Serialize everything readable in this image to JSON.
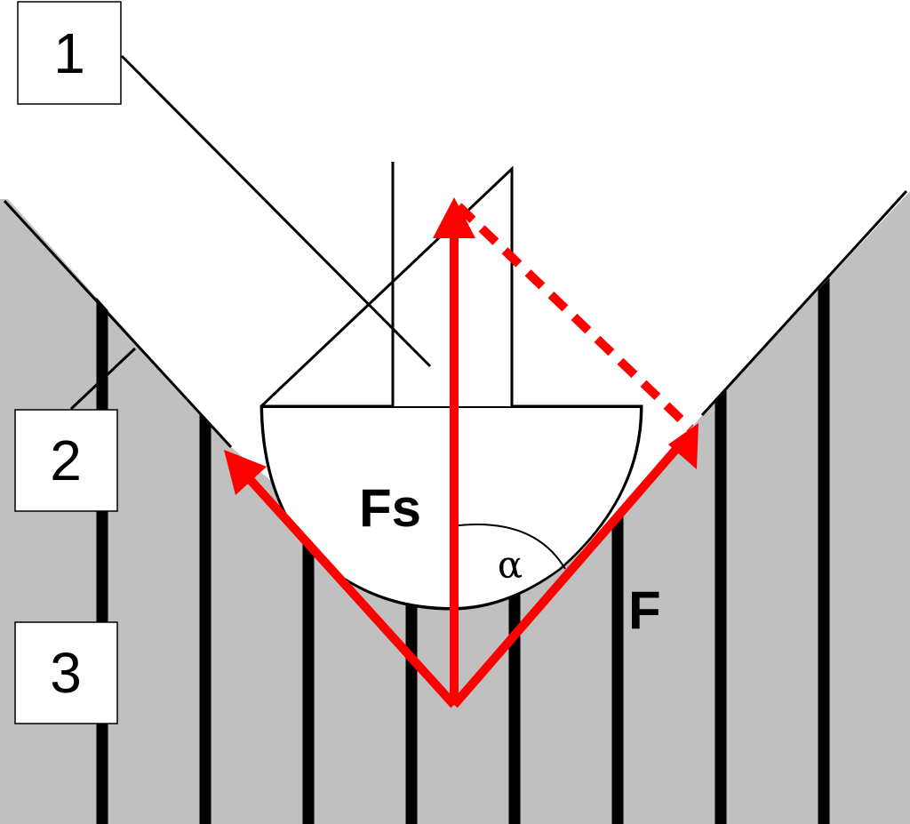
{
  "callouts": {
    "label_1": "1",
    "label_2": "2",
    "label_3": "3"
  },
  "forces": {
    "support_force_label": "Fs",
    "applied_force_label": "F",
    "angle_label": "α"
  },
  "colors": {
    "force_arrow": "#ff0000",
    "workpiece_fill": "#c0c0c0",
    "stripe": "#000000",
    "outline": "#000000",
    "background": "#ffffff"
  }
}
